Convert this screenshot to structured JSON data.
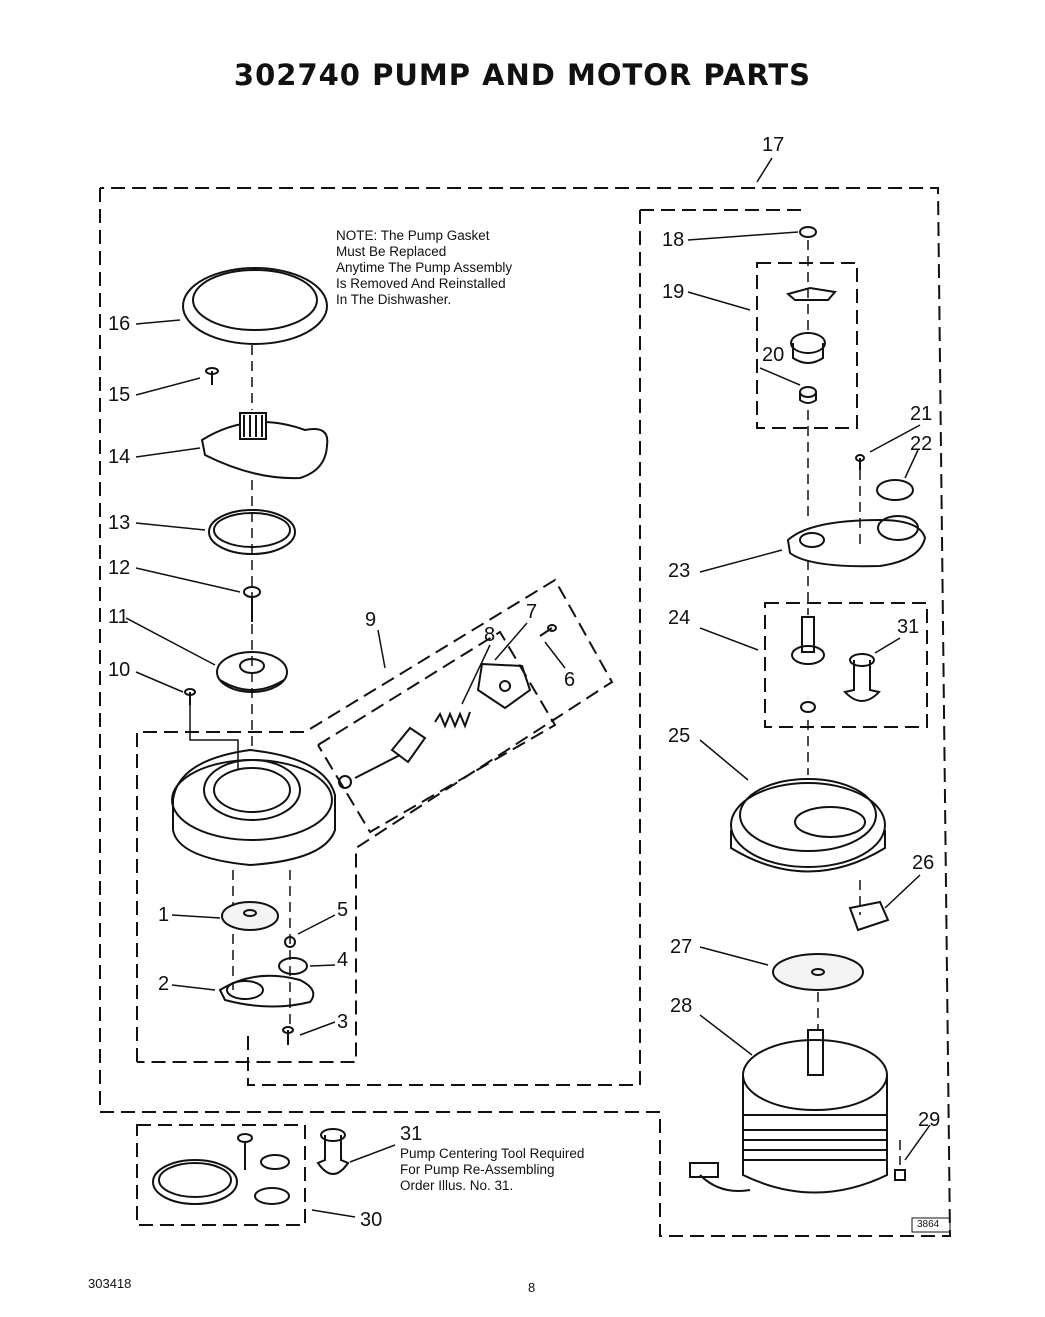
{
  "title": "302740 PUMP AND MOTOR PARTS",
  "note": "NOTE: The Pump Gasket\nMust Be Replaced\nAnytime The Pump Assembly\nIs Removed And Reinstalled\nIn The Dishwasher.",
  "tool_note": "Pump Centering Tool Required\nFor Pump Re-Assembling\nOrder Illus. No. 31.",
  "labels": {
    "l1": "1",
    "l2": "2",
    "l3": "3",
    "l4": "4",
    "l5": "5",
    "l6": "6",
    "l7": "7",
    "l8": "8",
    "l9": "9",
    "l10": "10",
    "l11": "11",
    "l12": "12",
    "l13": "13",
    "l14": "14",
    "l15": "15",
    "l16": "16",
    "l17": "17",
    "l18": "18",
    "l19": "19",
    "l20": "20",
    "l21": "21",
    "l22": "22",
    "l23": "23",
    "l24": "24",
    "l25": "25",
    "l26": "26",
    "l27": "27",
    "l28": "28",
    "l29": "29",
    "l30": "30",
    "l31a": "31",
    "l31b": "31"
  },
  "drawing_code": "3864",
  "footer": {
    "doc_number": "303418",
    "page_number": "8"
  }
}
